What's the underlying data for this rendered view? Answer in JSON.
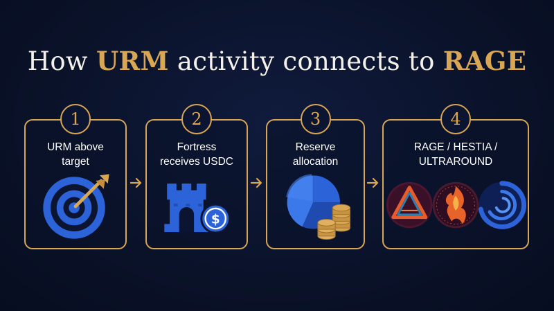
{
  "title": {
    "pre": "How ",
    "accent1": "URM",
    "mid": " activity connects to ",
    "accent2": "RAGE"
  },
  "steps": [
    {
      "number": "1",
      "lines": [
        "URM above",
        "target"
      ],
      "icon": "target-arrow-icon"
    },
    {
      "number": "2",
      "lines": [
        "Fortress",
        "receives USDC"
      ],
      "icon": "fortress-usdc-icon"
    },
    {
      "number": "3",
      "lines": [
        "Reserve",
        "allocation"
      ],
      "icon": "pie-coins-icon"
    },
    {
      "number": "4",
      "lines": [
        "RAGE / HESTIA /",
        "ULTRAROUND"
      ],
      "icon": "token-logos-icon"
    }
  ],
  "usdc_symbol": "$",
  "colors": {
    "background": "#0b1430",
    "gold": "#d9a654",
    "blue": "#2c63d8",
    "text": "#ffffff"
  }
}
